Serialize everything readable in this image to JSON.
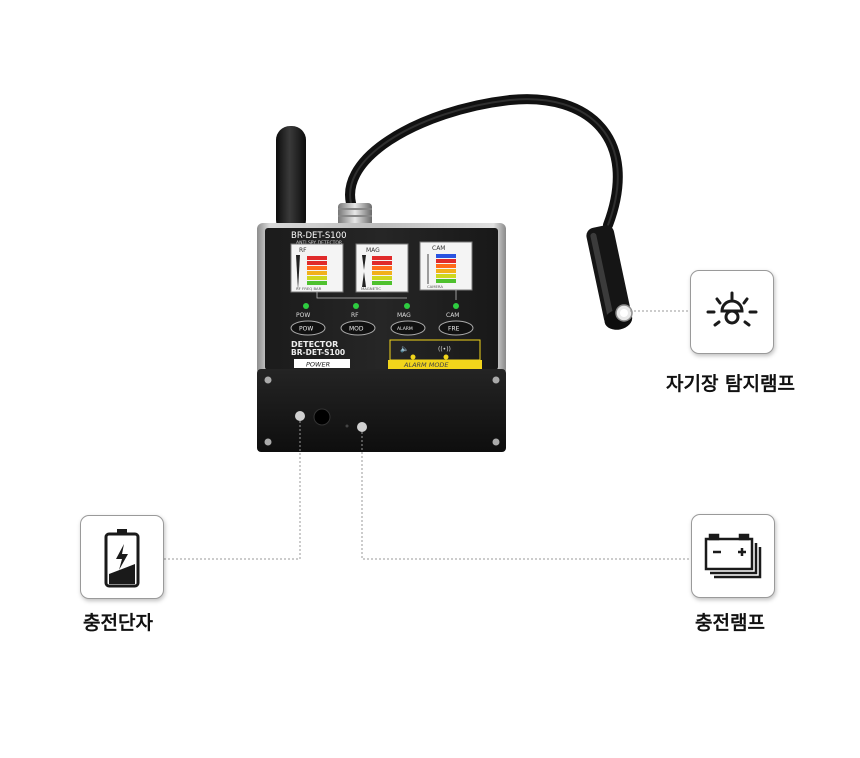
{
  "device": {
    "model_name": "BR-DET-S100",
    "subtitle": "ANTI SPY DETECTOR",
    "meters": [
      {
        "label": "RF",
        "scale": "RF FREQ BAR"
      },
      {
        "label": "MAG",
        "scale": "MAGNETIC"
      },
      {
        "label": "CAM",
        "scale": "CAMERA"
      }
    ],
    "indicators": [
      "POW",
      "RF",
      "MAG",
      "CAM"
    ],
    "buttons": [
      "POW",
      "MOD",
      "ALARM",
      "FRE"
    ],
    "panel_title_1": "DETECTOR",
    "panel_title_2": "BR-DET-S100",
    "power_label": "POWER",
    "alarm_mode_label": "ALARM MODE",
    "speaker_symbol": "🔈",
    "vibrate_symbol": "((•))"
  },
  "callouts": {
    "magnetic_lamp": {
      "label": "자기장  탐지램프",
      "icon": "lamp-icon"
    },
    "charging_port": {
      "label": "충전단자",
      "icon": "battery-icon"
    },
    "charging_lamp": {
      "label": "충전램프",
      "icon": "car-battery-icon"
    }
  },
  "colors": {
    "accent_yellow": "#f2d51b",
    "led_green": "#2ecc40",
    "device_body": "#1a1a1a",
    "leader_line": "#9a9a9a"
  }
}
